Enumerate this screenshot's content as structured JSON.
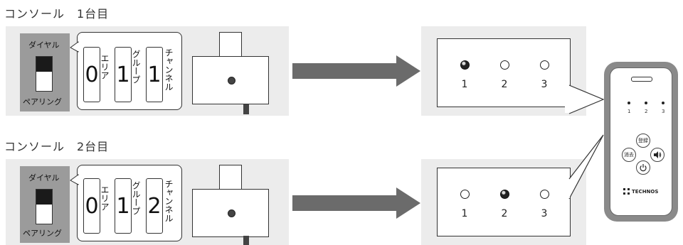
{
  "console1": {
    "title": "コンソール　1台目",
    "dial_label": "ダイヤル",
    "pairing_label": "ペアリング",
    "area_digit": "0",
    "area_label": "エリア",
    "group_digit": "1",
    "group_label": "グループ",
    "channel_digit": "1",
    "channel_label": "チャンネル",
    "leds": [
      {
        "num": "1",
        "on": true
      },
      {
        "num": "2",
        "on": false
      },
      {
        "num": "3",
        "on": false
      }
    ]
  },
  "console2": {
    "title": "コンソール　2台目",
    "dial_label": "ダイヤル",
    "pairing_label": "ペアリング",
    "area_digit": "0",
    "area_label": "エリア",
    "group_digit": "1",
    "group_label": "グループ",
    "channel_digit": "2",
    "channel_label": "チャンネル",
    "leds": [
      {
        "num": "1",
        "on": false
      },
      {
        "num": "2",
        "on": true
      },
      {
        "num": "3",
        "on": false
      }
    ]
  },
  "remote": {
    "indicator_nums": [
      "1",
      "2",
      "3"
    ],
    "btn_register": "登録",
    "btn_clear": "消去",
    "btn_power_icon": "power-icon",
    "btn_volume_icon": "volume-icon",
    "brand": "TECHNOS"
  },
  "colors": {
    "panel": "#ececec",
    "dial": "#9b9b9b",
    "arrow": "#6b6b6b",
    "remote_frame": "#8a8a8a"
  }
}
